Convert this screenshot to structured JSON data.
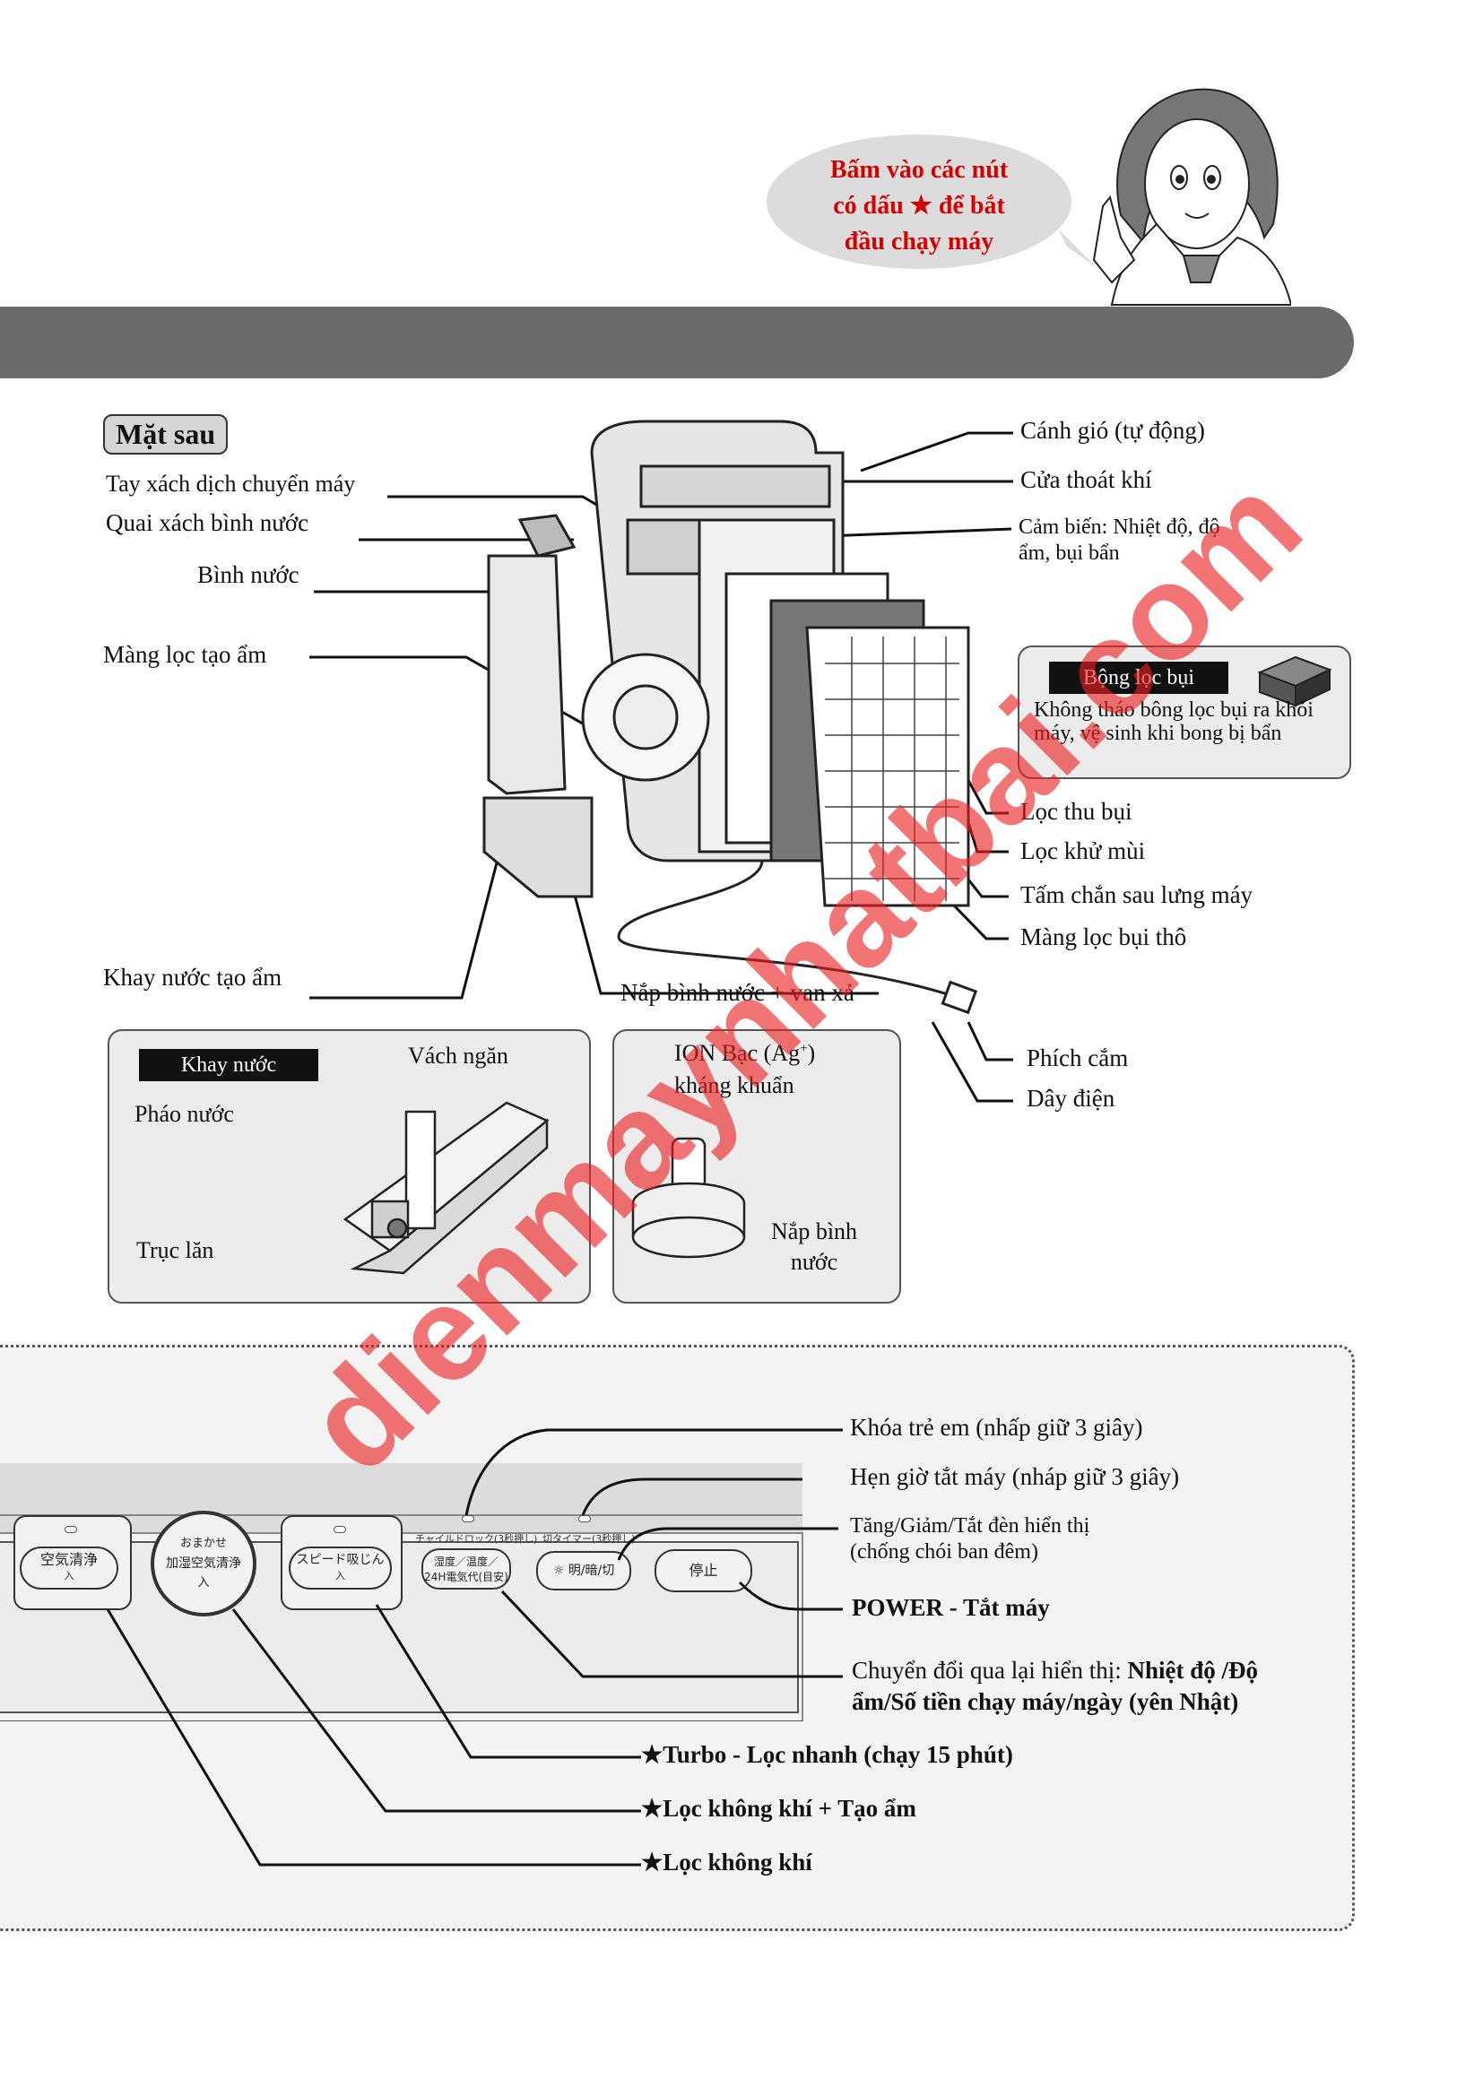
{
  "speech_bubble": {
    "line1": "Bấm vào các nút",
    "line2": "có dấu ★ để bắt",
    "line3": "đầu chạy máy"
  },
  "rear": {
    "title": "Mặt sau",
    "labels": {
      "handle": "Tay xách dịch chuyển máy",
      "tank_handle": "Quai xách bình nước",
      "tank": "Bình nước",
      "humid_filter": "Màng lọc tạo ẩm",
      "tray": "Khay nước tạo ẩm",
      "tank_cap": "Nắp bình nước + van xả",
      "louver": "Cánh gió (tự động)",
      "outlet": "Cửa thoát khí",
      "sensor_line1": "Cảm biến: Nhiệt độ, độ",
      "sensor_line2": "ẩm, bụi bẩn",
      "dust_filter": "Lọc thu bụi",
      "deodor_filter": "Lọc khử mùi",
      "back_panel": "Tấm chắn sau lưng máy",
      "pre_filter": "Màng lọc bụi thô",
      "plug": "Phích cắm",
      "cord": "Dây điện"
    },
    "sponge_box": {
      "tag": "Bộng lọc bụi",
      "text": "Không tháo bông lọc bụi ra khỏi máy, vệ sinh khi bong bị bẩn"
    },
    "tray_box": {
      "tag": "Khay nước",
      "divider": "Vách ngăn",
      "float": "Pháo nước",
      "roller": "Trục lăn"
    },
    "ion_box": {
      "line1": "ION Bạc (Ag",
      "sup": "+",
      "line1_end": ")",
      "line2": "kháng khuẩn",
      "cap_line1": "Nắp bình",
      "cap_line2": "nước"
    }
  },
  "control_panel": {
    "buttons": {
      "air_clean": {
        "line1": "空気清浄",
        "line2": "入"
      },
      "omakase": {
        "line1": "おまかせ",
        "line2": "加湿空気清浄",
        "line3": "入"
      },
      "speed": {
        "line1": "スピード吸じん",
        "line2": "入"
      },
      "display": {
        "caption": "チャイルドロック(3秒押し)",
        "line1": "湿度／温度／",
        "line2": "24H電気代(目安)"
      },
      "light": {
        "caption": "切タイマー(3秒押し)",
        "label": "明/暗/切"
      },
      "stop": {
        "label": "停止"
      }
    },
    "labels": {
      "child_lock": "Khóa trẻ em (nhấp giữ 3 giây)",
      "off_timer": "Hẹn giờ tắt máy (nháp giữ 3 giây)",
      "light_line1": "Tăng/Giảm/Tắt đèn hiển thị",
      "light_line2": "(chống chói ban đêm)",
      "power": "POWER - Tắt máy",
      "display_prefix": "Chuyển đổi qua lại hiển thị: ",
      "display_bold1": "Nhiệt độ /Độ",
      "display_bold2": "ẩm/Số tiền chạy máy/ngày (yên Nhật)",
      "turbo": "★Turbo - Lọc nhanh (chạy 15 phút)",
      "air_humid": "★Lọc không khí + Tạo ẩm",
      "air": "★Lọc không khí"
    }
  },
  "watermark": "dienmaynhatbai.com",
  "colors": {
    "accent_red": "#d40000",
    "banner_gray": "#6b6b6b",
    "watermark_red": "#eb1e1e"
  }
}
